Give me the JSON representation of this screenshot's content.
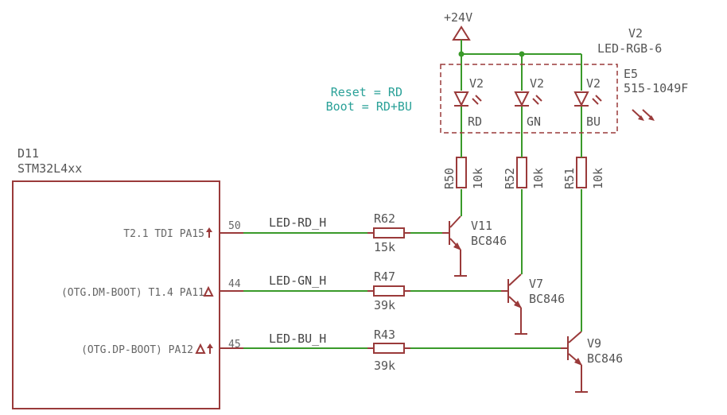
{
  "mcu": {
    "ref": "D11",
    "value": "STM32L4xx",
    "pins": [
      {
        "func": "T2.1 TDI  PA15",
        "num": "50"
      },
      {
        "func": "(OTG.DM-BOOT) T1.4  PA11",
        "num": "44"
      },
      {
        "func": "(OTG.DP-BOOT)  PA12",
        "num": "45"
      }
    ]
  },
  "nets": {
    "rd": "LED-RD_H",
    "gn": "LED-GN_H",
    "bu": "LED-BU_H"
  },
  "resistors": {
    "r62": {
      "ref": "R62",
      "value": "15k"
    },
    "r47": {
      "ref": "R47",
      "value": "39k"
    },
    "r43": {
      "ref": "R43",
      "value": "39k"
    },
    "r50": {
      "ref": "R50",
      "value": "10k"
    },
    "r52": {
      "ref": "R52",
      "value": "10k"
    },
    "r51": {
      "ref": "R51",
      "value": "10k"
    }
  },
  "transistors": {
    "v11": {
      "ref": "V11",
      "value": "BC846"
    },
    "v7": {
      "ref": "V7",
      "value": "BC846"
    },
    "v9": {
      "ref": "V9",
      "value": "BC846"
    }
  },
  "power": {
    "label": "+24V"
  },
  "led": {
    "ref": "V2",
    "value": "LED-RGB-6",
    "block_ref": "E5",
    "part_no": "515-1049F",
    "segments": [
      {
        "ref": "V2",
        "color": "RD"
      },
      {
        "ref": "V2",
        "color": "GN"
      },
      {
        "ref": "V2",
        "color": "BU"
      }
    ]
  },
  "note": {
    "line1": "Reset = RD",
    "line2": "Boot = RD+BU"
  },
  "colors": {
    "wire": "#3a9a2a",
    "part": "#9a3a3a",
    "note": "#2aa198"
  }
}
